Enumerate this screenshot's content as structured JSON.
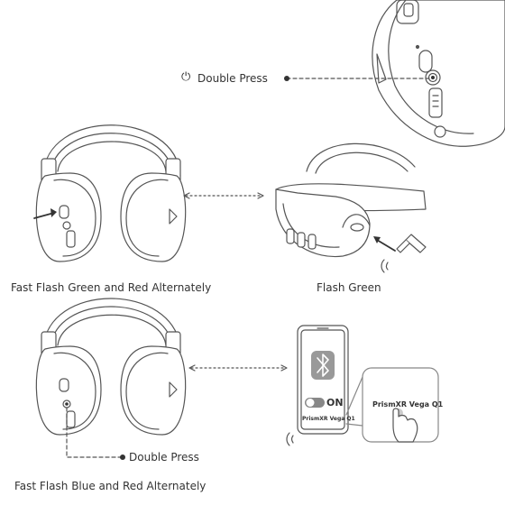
{
  "top": {
    "power_symbol": "⏻",
    "action_label": "Double Press",
    "icon": "power-icon"
  },
  "pairing": {
    "caption_left": "Fast Flash Green and Red Alternately",
    "caption_right": "Flash Green"
  },
  "bluetooth": {
    "toggle_label": "ON",
    "device_name_phone": "PrismXR Vega Q1",
    "device_name_zoom": "PrismXR Vega Q1",
    "action_label": "Double Press",
    "caption": "Fast Flash Blue and Red Alternately",
    "icon": "bluetooth-icon"
  },
  "colors": {
    "line": "#555555",
    "fill": "#ffffff",
    "dark": "#333333",
    "toggle": "#888888"
  }
}
